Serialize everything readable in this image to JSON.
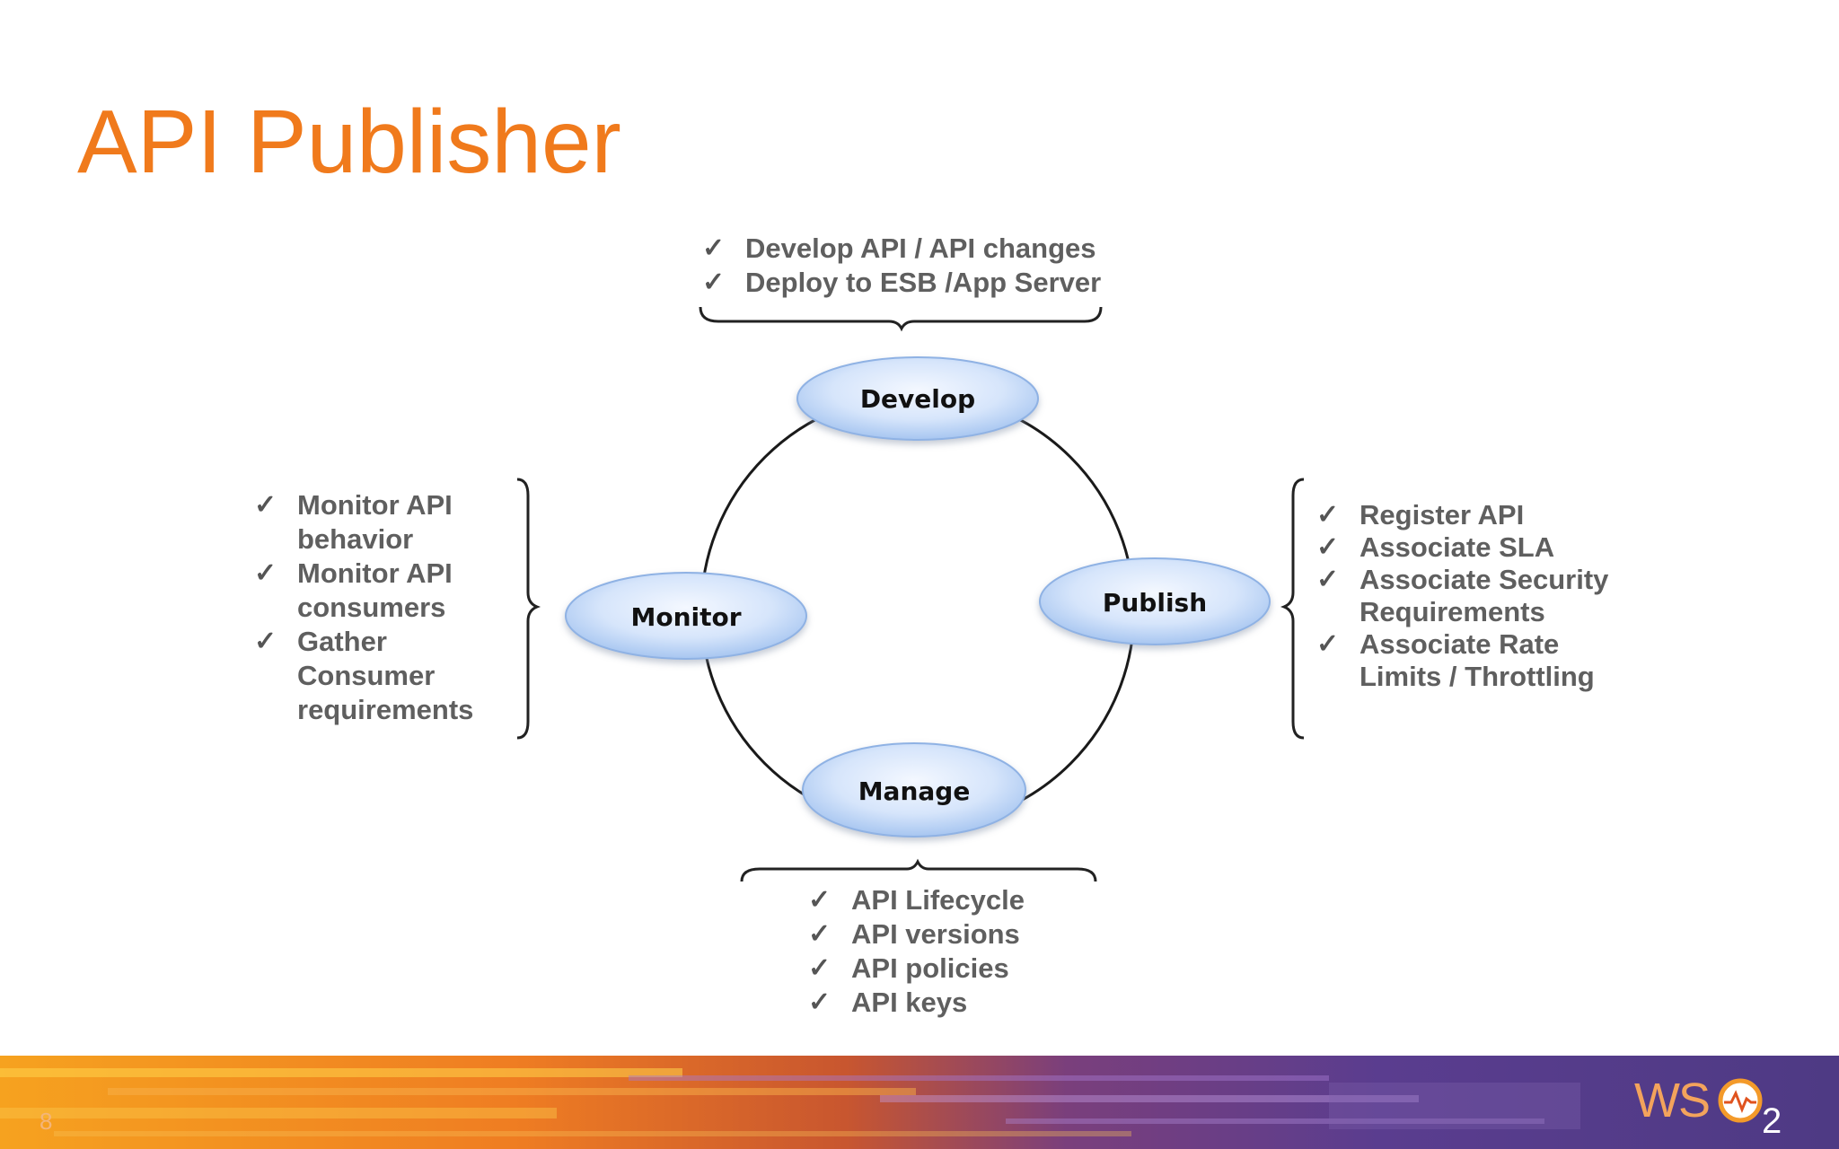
{
  "title": "API Publisher",
  "nodes": {
    "develop": "Develop",
    "publish": "Publish",
    "manage": "Manage",
    "monitor": "Monitor"
  },
  "develop_items": [
    "Develop API / API changes",
    "Deploy to ESB /App Server"
  ],
  "monitor_items": [
    "Monitor API behavior",
    "Monitor API consumers",
    "Gather Consumer requirements"
  ],
  "publish_items": [
    "Register API",
    "Associate SLA",
    "Associate Security Requirements",
    "Associate Rate Limits / Throttling"
  ],
  "manage_items": [
    "API Lifecycle",
    "API versions",
    "API policies",
    "API keys"
  ],
  "check_glyph": "✓",
  "page_number": "8",
  "logo_text": "WSO2",
  "colors": {
    "title": "#f07a1c",
    "node_fill_light": "#eef5ff",
    "node_fill_dark": "#a9c7f0",
    "footer_purple": "#5a3d8f",
    "footer_orange": "#f39a2a"
  }
}
